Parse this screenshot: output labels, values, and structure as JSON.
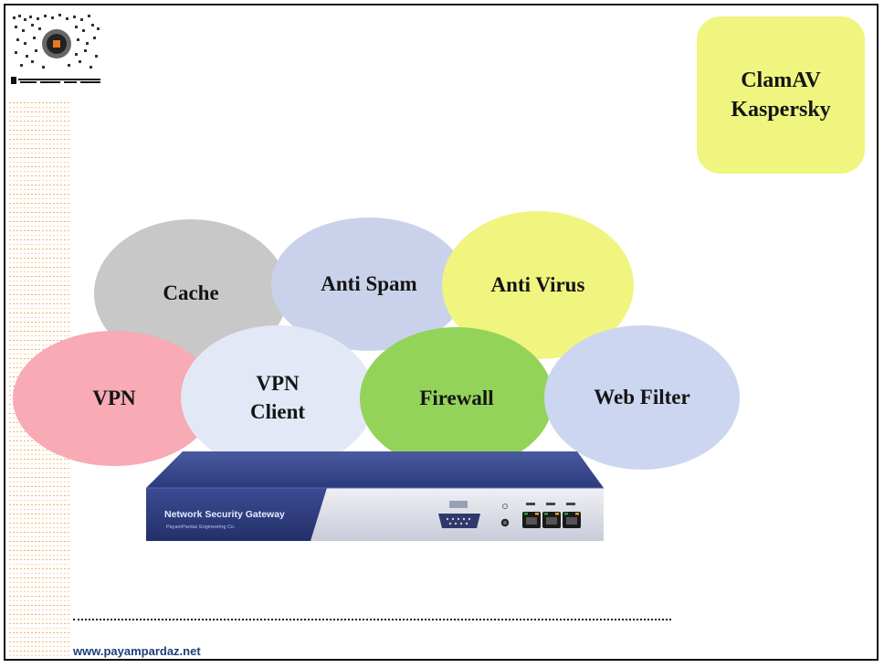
{
  "engines": {
    "line1": "ClamAV",
    "line2": "Kaspersky",
    "color": "#eff57f"
  },
  "modules": {
    "cache": {
      "label": "Cache",
      "color": "#c8c8c8"
    },
    "anti_spam": {
      "label": "Anti Spam",
      "color": "#c9d2ea"
    },
    "anti_virus": {
      "label": "Anti Virus",
      "color": "#eff57f"
    },
    "vpn": {
      "label": "VPN",
      "color": "#f8aab5"
    },
    "vpn_client": {
      "line1": "VPN",
      "line2": "Client",
      "color": "#e3e8f6"
    },
    "firewall": {
      "label": "Firewall",
      "color": "#93d35a"
    },
    "web_filter": {
      "label": "Web Filter",
      "color": "#ccd6f0"
    }
  },
  "device": {
    "title": "Network Security Gateway",
    "subtitle": "PayamPardaz Engineering Co.",
    "body_color": "#2b3a7a"
  },
  "footer": {
    "url": "www.payampardaz.net"
  }
}
